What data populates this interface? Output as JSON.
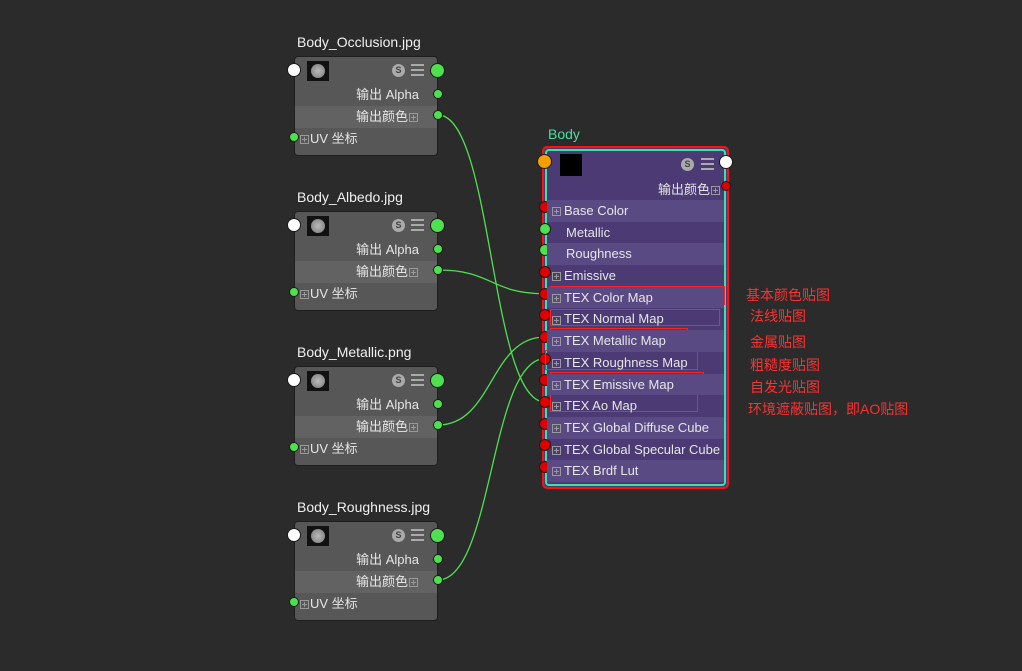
{
  "texture_nodes": [
    {
      "title": "Body_Occlusion.jpg",
      "out_alpha": "输出 Alpha",
      "out_color": "输出颜色",
      "uv": "UV 坐标",
      "connects_to": "TEX Ao Map"
    },
    {
      "title": "Body_Albedo.jpg",
      "out_alpha": "输出 Alpha",
      "out_color": "输出颜色",
      "uv": "UV 坐标",
      "connects_to": "TEX Color Map"
    },
    {
      "title": "Body_Metallic.png",
      "out_alpha": "输出 Alpha",
      "out_color": "输出颜色",
      "uv": "UV 坐标",
      "connects_to": "TEX Metallic Map"
    },
    {
      "title": "Body_Roughness.jpg",
      "out_alpha": "输出 Alpha",
      "out_color": "输出颜色",
      "uv": "UV 坐标",
      "connects_to": "TEX Roughness Map"
    }
  ],
  "s_icon": "S",
  "body_node": {
    "title": "Body",
    "out_color": "输出颜色",
    "inputs": [
      "Base Color",
      "Metallic",
      "Roughness",
      "Emissive",
      "TEX Color Map",
      "TEX Normal Map",
      "TEX Metallic Map",
      "TEX Roughness Map",
      "TEX Emissive Map",
      "TEX Ao Map",
      "TEX Global Diffuse Cube",
      "TEX Global Specular Cube",
      "TEX Brdf Lut"
    ]
  },
  "annotations": [
    "基本颜色贴图",
    "法线贴图",
    "金属贴图",
    "粗糙度贴图",
    "自发光贴图",
    "环境遮蔽贴图，即AO贴图"
  ],
  "colors": {
    "wire": "#4ee04e",
    "annotation": "#ff3030",
    "body_border": "#40e0a0"
  }
}
